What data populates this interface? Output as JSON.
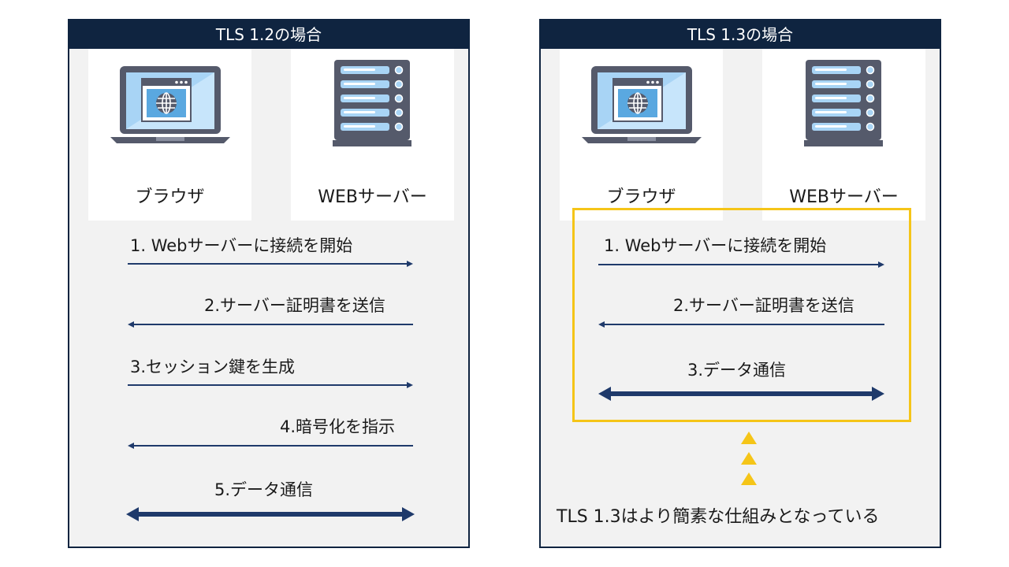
{
  "left_panel": {
    "title": "TLS 1.2の場合",
    "client_label": "ブラウザ",
    "server_label": "WEBサーバー",
    "steps": [
      {
        "label": "1. Webサーバーに接続を開始",
        "direction": "right"
      },
      {
        "label": "2.サーバー証明書を送信",
        "direction": "left"
      },
      {
        "label": "3.セッション鍵を生成",
        "direction": "right"
      },
      {
        "label": "4.暗号化を指示",
        "direction": "left"
      },
      {
        "label": "5.データ通信",
        "direction": "both"
      }
    ]
  },
  "right_panel": {
    "title": "TLS 1.3の場合",
    "client_label": "ブラウザ",
    "server_label": "WEBサーバー",
    "steps": [
      {
        "label": "1. Webサーバーに接続を開始",
        "direction": "right"
      },
      {
        "label": "2.サーバー証明書を送信",
        "direction": "left"
      },
      {
        "label": "3.データ通信",
        "direction": "both"
      }
    ],
    "conclusion": "TLS 1.3はより簡素な仕組みとなっている"
  },
  "colors": {
    "header": "#0f2440",
    "arrow": "#1f3a6b",
    "highlight": "#f5c518",
    "panel_bg": "#f2f2f2"
  },
  "icons": {
    "client": "laptop-browser-icon",
    "server": "server-rack-icon",
    "pointer": "triangle-up-icon"
  }
}
